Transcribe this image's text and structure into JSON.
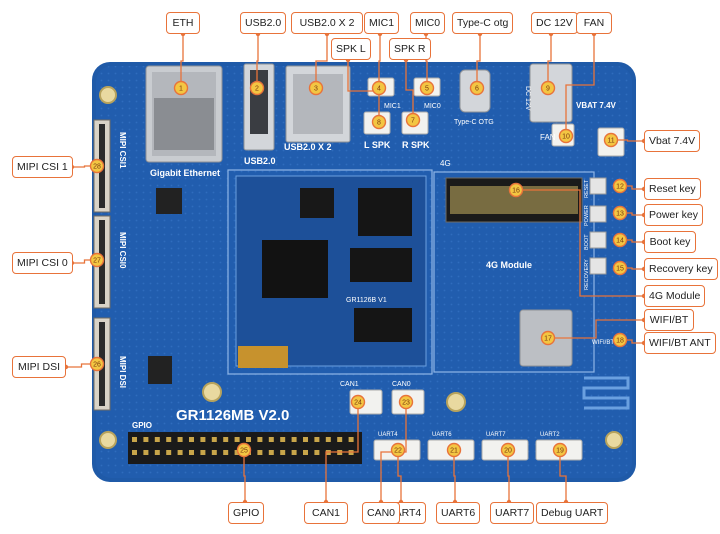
{
  "board": {
    "model": "GR1126MB V2.0",
    "som_model": "GR1126B V1",
    "silk": {
      "gigabit": "Gigabit Ethernet",
      "usb2": "USB2.0",
      "usb2x2": "USB2.0 X 2",
      "mic1": "MIC1",
      "mic0": "MIC0",
      "lspk": "L SPK",
      "rspk": "R SPK",
      "typec": "Type-C OTG",
      "fan": "FAN",
      "vbat": "VBAT 7.4V",
      "module4g": "4G Module",
      "g4": "4G",
      "wifiant": "WIFI/BT ANT",
      "gpio": "GPIO",
      "can1": "CAN1",
      "can0": "CAN0",
      "uart4": "UART4",
      "uart6": "UART6",
      "uart7": "UART7",
      "uart2": "UART2",
      "mipi_csi1": "MIPI CSI1",
      "mipi_csi0": "MIPI CSI0",
      "mipi_dsi": "MIPI DSI",
      "reset": "RESET",
      "power": "POWER",
      "boot": "BOOT",
      "recovery": "RECOVERY",
      "dc12v": "DC 12V"
    },
    "colors": {
      "pcb": "#1f5aa8",
      "callout": "#e8733a",
      "marker": "#f3c642"
    }
  },
  "callouts": [
    {
      "n": "1",
      "text": "ETH"
    },
    {
      "n": "2",
      "text": "USB2.0"
    },
    {
      "n": "3",
      "text": "USB2.0 X 2"
    },
    {
      "n": "4",
      "text": "MIC1"
    },
    {
      "n": "5",
      "text": "MIC0"
    },
    {
      "n": "6",
      "text": "Type-C otg"
    },
    {
      "n": "7",
      "text": "SPK R"
    },
    {
      "n": "8",
      "text": "SPK L"
    },
    {
      "n": "9",
      "text": "DC 12V"
    },
    {
      "n": "10",
      "text": "FAN"
    },
    {
      "n": "11",
      "text": "Vbat 7.4V"
    },
    {
      "n": "12",
      "text": "Reset key"
    },
    {
      "n": "13",
      "text": "Power key"
    },
    {
      "n": "14",
      "text": "Boot key"
    },
    {
      "n": "15",
      "text": "Recovery key"
    },
    {
      "n": "16",
      "text": "4G Module"
    },
    {
      "n": "17",
      "text": "WIFI/BT"
    },
    {
      "n": "18",
      "text": "WIFI/BT ANT"
    },
    {
      "n": "19",
      "text": "Debug UART"
    },
    {
      "n": "20",
      "text": "UART7"
    },
    {
      "n": "21",
      "text": "UART6"
    },
    {
      "n": "22",
      "text": "UART4"
    },
    {
      "n": "23",
      "text": "CAN0"
    },
    {
      "n": "24",
      "text": "CAN1"
    },
    {
      "n": "25",
      "text": "GPIO"
    },
    {
      "n": "26",
      "text": "MIPI DSI"
    },
    {
      "n": "27",
      "text": "MIPI CSI 0"
    },
    {
      "n": "28",
      "text": "MIPI CSI 1"
    }
  ]
}
